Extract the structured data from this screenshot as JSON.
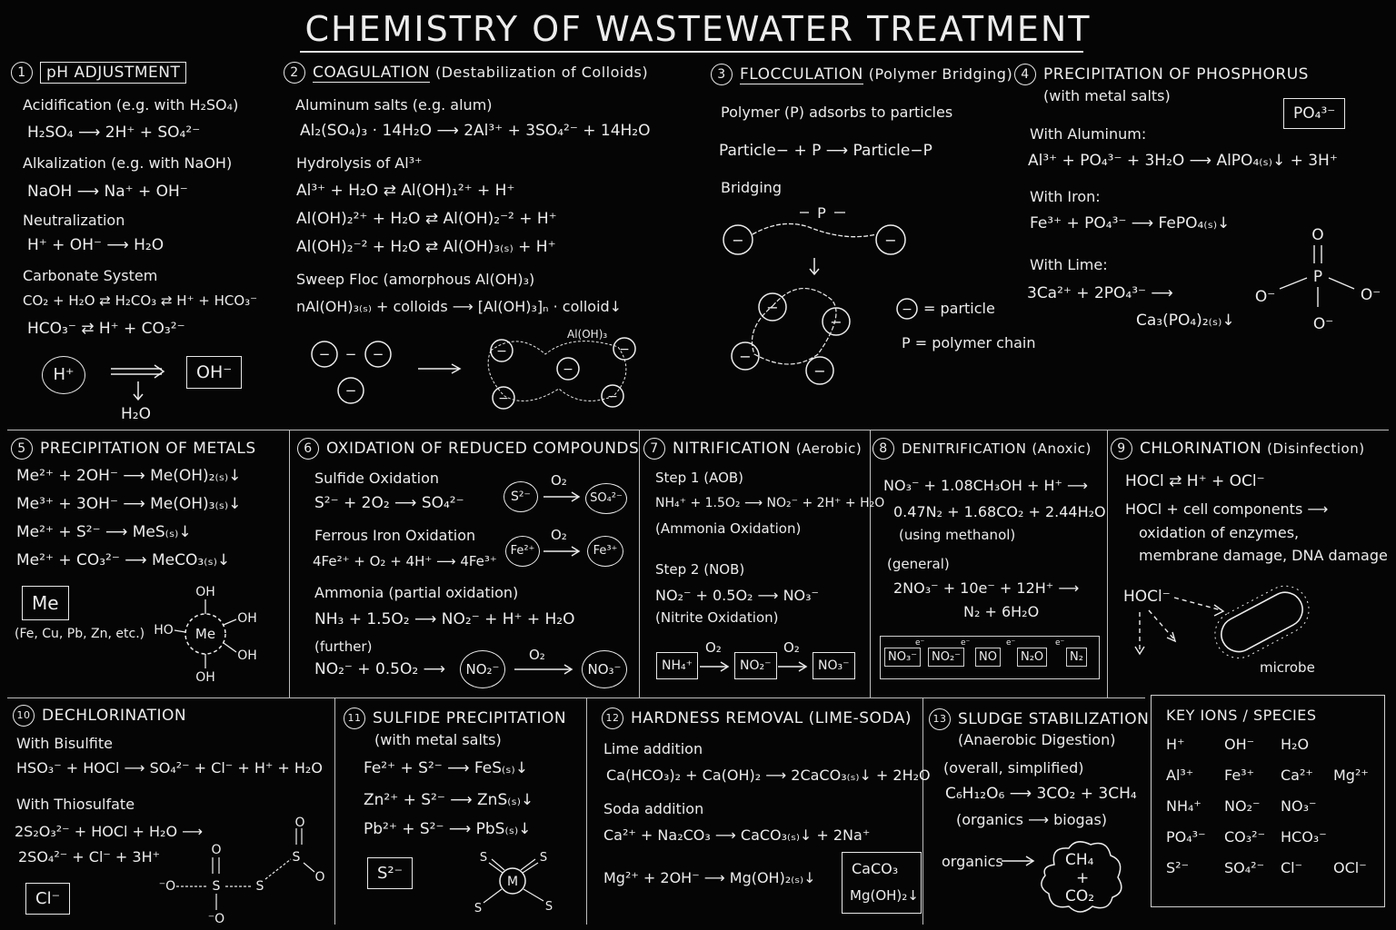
{
  "title": "CHEMISTRY OF WASTEWATER TREATMENT",
  "s1": {
    "num": "1",
    "heading": "pH ADJUSTMENT",
    "acid_label": "Acidification (e.g. with H₂SO₄)",
    "acid_eq": "H₂SO₄ ⟶ 2H⁺ + SO₄²⁻",
    "alk_label": "Alkalization (e.g. with NaOH)",
    "alk_eq": "NaOH ⟶ Na⁺ + OH⁻",
    "neut_label": "Neutralization",
    "neut_eq": "H⁺ + OH⁻ ⟶ H₂O",
    "carb_label": "Carbonate System",
    "carb_eq1": "CO₂ + H₂O ⇄ H₂CO₃ ⇄ H⁺ + HCO₃⁻",
    "carb_eq2": "HCO₃⁻ ⇄ H⁺ + CO₃²⁻",
    "diag_h": "H⁺",
    "diag_oh": "OH⁻",
    "diag_water": "H₂O"
  },
  "s2": {
    "num": "2",
    "heading": "COAGULATION",
    "heading_note": "(Destabilization of Colloids)",
    "al_label": "Aluminum salts (e.g. alum)",
    "al_eq": "Al₂(SO₄)₃ · 14H₂O ⟶ 2Al³⁺ + 3SO₄²⁻ + 14H₂O",
    "hyd_label": "Hydrolysis of Al³⁺",
    "hyd_eq1": "Al³⁺ + H₂O ⇄ Al(OH)₁²⁺ + H⁺",
    "hyd_eq2": "Al(OH)₂²⁺ + H₂O ⇄ Al(OH)₂⁻² + H⁺",
    "hyd_eq3": "Al(OH)₂⁻² + H₂O ⇄ Al(OH)₃₍ₛ₎ + H⁺",
    "sweep_label": "Sweep Floc (amorphous Al(OH)₃)",
    "sweep_eq": "nAl(OH)₃₍ₛ₎ + colloids ⟶ [Al(OH)₃]ₙ · colloid↓",
    "diag_aloh": "Al(OH)₃",
    "particle": "−"
  },
  "s3": {
    "num": "3",
    "heading": "FLOCCULATION",
    "heading_note": "(Polymer Bridging)",
    "adsorb_label": "Polymer (P) adsorbs to particles",
    "eq": "Particle− + P ⟶ Particle−P",
    "bridging_label": "Bridging",
    "p_label": "P",
    "legend_particle": "= particle",
    "legend_polymer": "P = polymer chain"
  },
  "s4": {
    "num": "4",
    "heading": "PRECIPITATION OF PHOSPHORUS",
    "heading_note": "(with metal salts)",
    "po4_box": "PO₄³⁻",
    "al_label": "With Aluminum:",
    "al_eq": "Al³⁺ + PO₄³⁻ + 3H₂O ⟶ AlPO₄₍ₛ₎↓ + 3H⁺",
    "fe_label": "With Iron:",
    "fe_eq": "Fe³⁺ + PO₄³⁻ ⟶ FePO₄₍ₛ₎↓",
    "lime_label": "With Lime:",
    "lime_eq1": "3Ca²⁺ + 2PO₄³⁻ ⟶",
    "lime_eq2": "Ca₃(PO₄)₂₍ₛ₎↓",
    "struct_o": "O",
    "struct_p": "P",
    "struct_om": "O⁻"
  },
  "s5": {
    "num": "5",
    "heading": "PRECIPITATION OF METALS",
    "eq1": "Me²⁺ + 2OH⁻ ⟶ Me(OH)₂₍ₛ₎↓",
    "eq2": "Me³⁺ + 3OH⁻ ⟶ Me(OH)₃₍ₛ₎↓",
    "eq3": "Me²⁺ + S²⁻ ⟶ MeS₍ₛ₎↓",
    "eq4": "Me²⁺ + CO₃²⁻ ⟶ MeCO₃₍ₛ₎↓",
    "me_box": "Me",
    "examples": "(Fe, Cu, Pb, Zn, etc.)",
    "center": "Me",
    "oh": "OH",
    "ho": "HO"
  },
  "s6": {
    "num": "6",
    "heading": "OXIDATION OF REDUCED COMPOUNDS",
    "sulf_label": "Sulfide Oxidation",
    "sulf_eq": "S²⁻ + 2O₂ ⟶ SO₄²⁻",
    "fe_label": "Ferrous Iron Oxidation",
    "fe_eq": "4Fe²⁺ + O₂ + 4H⁺ ⟶ 4Fe³⁺",
    "nh_label": "Ammonia (partial oxidation)",
    "nh_eq": "NH₃ + 1.5O₂ ⟶ NO₂⁻ + H⁺ + H₂O",
    "further_label": "(further)",
    "further_eq": "NO₂⁻ + 0.5O₂ ⟶",
    "c_s2": "S²⁻",
    "c_so4": "SO₄²⁻",
    "c_fe2": "Fe²⁺",
    "c_fe3": "Fe³⁺",
    "c_no2": "NO₂⁻",
    "c_no3": "NO₃⁻",
    "o2": "O₂"
  },
  "s7": {
    "num": "7",
    "heading": "NITRIFICATION",
    "heading_note": "(Aerobic)",
    "step1": "Step 1 (AOB)",
    "eq1": "NH₄⁺ + 1.5O₂ ⟶ NO₂⁻ + 2H⁺ + H₂O",
    "note1": "(Ammonia Oxidation)",
    "step2": "Step 2 (NOB)",
    "eq2": "NO₂⁻ + 0.5O₂ ⟶ NO₃⁻",
    "note2": "(Nitrite Oxidation)",
    "b1": "NH₄⁺",
    "b2": "NO₂⁻",
    "b3": "NO₃⁻",
    "o2": "O₂"
  },
  "s8": {
    "num": "8",
    "heading": "DENITRIFICATION",
    "heading_note": "(Anoxic)",
    "eq1a": "NO₃⁻ + 1.08CH₃OH + H⁺ ⟶",
    "eq1b": "0.47N₂ + 1.68CO₂ + 2.44H₂O",
    "note1": "(using methanol)",
    "general": "(general)",
    "eq2a": "2NO₃⁻ + 10e⁻ + 12H⁺ ⟶",
    "eq2b": "N₂ + 6H₂O",
    "chain": [
      "NO₃⁻",
      "NO₂⁻",
      "NO",
      "N₂O",
      "N₂"
    ],
    "e": "e⁻"
  },
  "s9": {
    "num": "9",
    "heading": "CHLORINATION",
    "heading_note": "(Disinfection)",
    "eq1": "HOCl ⇄ H⁺ + OCl⁻",
    "eq2": "HOCl + cell components ⟶",
    "eq3": "oxidation of enzymes,",
    "eq4": "membrane damage, DNA damage",
    "hocl": "HOCl⁻",
    "microbe": "microbe"
  },
  "s10": {
    "num": "10",
    "heading": "DECHLORINATION",
    "bis_label": "With Bisulfite",
    "bis_eq": "HSO₃⁻ + HOCl ⟶ SO₄²⁻ + Cl⁻ + H⁺ + H₂O",
    "thio_label": "With Thiosulfate",
    "thio_eq1": "2S₂O₃²⁻ + HOCl + H₂O ⟶",
    "thio_eq2": "2SO₄²⁻ + Cl⁻ + 3H⁺",
    "cl_box": "Cl⁻",
    "o": "O",
    "s": "S",
    "om": "⁻O"
  },
  "s11": {
    "num": "11",
    "heading": "SULFIDE PRECIPITATION",
    "heading_note": "(with metal salts)",
    "eq1": "Fe²⁺ + S²⁻ ⟶ FeS₍ₛ₎↓",
    "eq2": "Zn²⁺ + S²⁻ ⟶ ZnS₍ₛ₎↓",
    "eq3": "Pb²⁺ + S²⁻ ⟶ PbS₍ₛ₎↓",
    "s_box": "S²⁻",
    "m": "M",
    "s": "S"
  },
  "s12": {
    "num": "12",
    "heading": "HARDNESS REMOVAL (LIME-SODA)",
    "lime_label": "Lime addition",
    "lime_eq": "Ca(HCO₃)₂ + Ca(OH)₂ ⟶ 2CaCO₃₍ₛ₎↓ + 2H₂O",
    "soda_label": "Soda addition",
    "soda_eq": "Ca²⁺ + Na₂CO₃ ⟶ CaCO₃₍ₛ₎↓ + 2Na⁺",
    "mg_eq": "Mg²⁺ + 2OH⁻ ⟶ Mg(OH)₂₍ₛ₎↓",
    "box1": "CaCO₃",
    "box2": "Mg(OH)₂↓"
  },
  "s13": {
    "num": "13",
    "heading": "SLUDGE STABILIZATION",
    "heading_note": "(Anaerobic Digestion)",
    "overall": "(overall, simplified)",
    "eq": "C₆H₁₂O₆ ⟶ 3CO₂ + 3CH₄",
    "note": "(organics ⟶ biogas)",
    "organics": "organics",
    "ch4": "CH₄",
    "plus": "+",
    "co2": "CO₂"
  },
  "key": {
    "heading": "KEY IONS / SPECIES",
    "rows": [
      [
        "H⁺",
        "OH⁻",
        "H₂O",
        ""
      ],
      [
        "Al³⁺",
        "Fe³⁺",
        "Ca²⁺",
        "Mg²⁺"
      ],
      [
        "NH₄⁺",
        "NO₂⁻",
        "NO₃⁻",
        ""
      ],
      [
        "PO₄³⁻",
        "CO₃²⁻",
        "HCO₃⁻",
        ""
      ],
      [
        "S²⁻",
        "SO₄²⁻",
        "Cl⁻",
        "OCl⁻"
      ]
    ]
  }
}
